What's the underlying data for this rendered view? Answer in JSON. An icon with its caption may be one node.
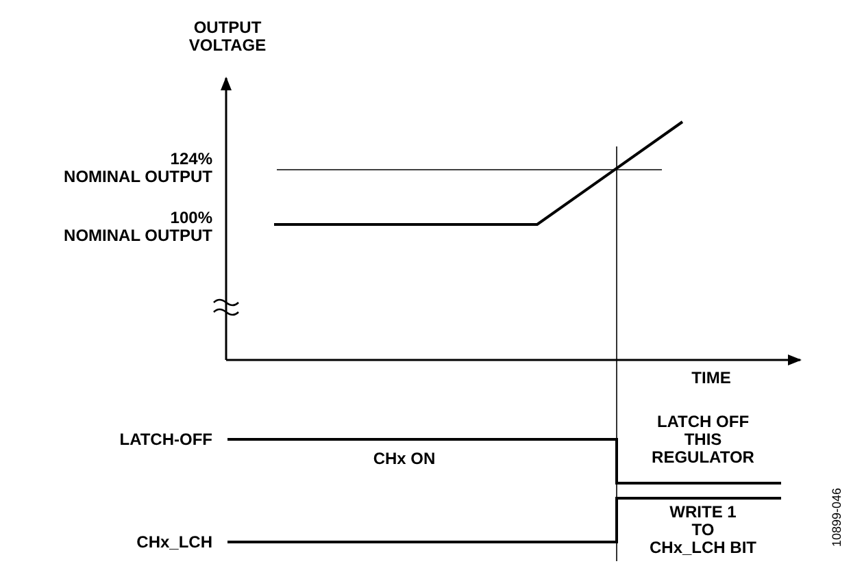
{
  "diagram": {
    "labels": [
      "OUTPUT VOLTAGE",
      "124% NOMINAL OUTPUT",
      "100% NOMINAL OUTPUT",
      "TIME",
      "LATCH-OFF",
      "CHx ON",
      "LATCH OFF THIS REGULATOR",
      "CHx_LCH",
      "WRITE 1 TO CHx_LCH BIT",
      "10899-046"
    ]
  }
}
